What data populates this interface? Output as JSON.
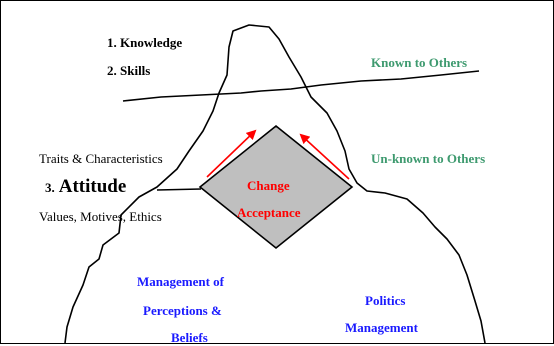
{
  "top_labels": {
    "knowledge": "1. Knowledge",
    "skills": "2. Skills"
  },
  "right_labels": {
    "known": "Known to Others",
    "unknown": "Un-known to Others"
  },
  "left_labels": {
    "traits": "Traits & Characteristics",
    "attitude_number": "3.",
    "attitude": "Attitude",
    "values": "Values, Motives, Ethics"
  },
  "center": {
    "line1": "Change",
    "line2": "Acceptance"
  },
  "bottom_labels": {
    "perceptions_1": "Management of",
    "perceptions_2": "Perceptions &",
    "perceptions_3": "Beliefs",
    "politics_1": "Politics",
    "politics_2": "Management"
  },
  "colors": {
    "green": "#3e9a6f",
    "blue": "#1a1aff",
    "red": "#ff0000",
    "diamond_fill": "#bfbfbf"
  }
}
